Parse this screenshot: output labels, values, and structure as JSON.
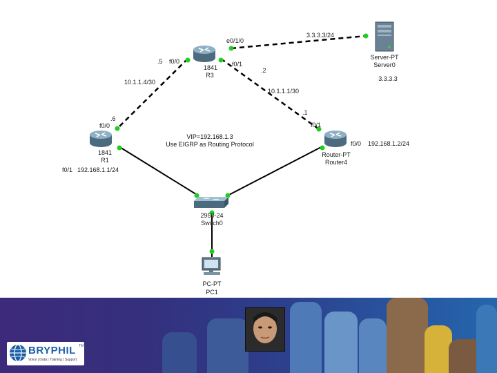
{
  "devices": {
    "r3": {
      "model": "1841",
      "name": "R3"
    },
    "r1": {
      "model": "1841",
      "name": "R1"
    },
    "router4": {
      "model": "Router-PT",
      "name": "Router4"
    },
    "server0": {
      "model": "Server-PT",
      "name": "Server0",
      "ip": "3.3.3.3"
    },
    "switch0": {
      "model": "2950-24",
      "name": "Switch0"
    },
    "pc1": {
      "model": "PC-PT",
      "name": "PC1"
    }
  },
  "interfaces": {
    "r3_e0_1_0": "e0/1/0",
    "r3_f0_0": "f0/0",
    "r3_f0_1": "f0/1",
    "r3_host_5": ".5",
    "r3_host_2": ".2",
    "r1_f0_0": "f0/0",
    "r1_f0_1": "f0/1",
    "r1_host_6": ".6",
    "r4_f0_1": "f0/1",
    "r4_f0_0": "f0/0",
    "r4_host_1": ".1"
  },
  "networks": {
    "r3_server": "3.3.3.3/24",
    "r3_r1": "10.1.1.4/30",
    "r3_r4": "10.1.1.1/30",
    "r1_lan": "192.168.1.1/24",
    "r4_lan": "192.168.1.2/24"
  },
  "notes": {
    "vip": "VIP=192.168.1.3",
    "protocol": "Use EIGRP as Routing Protocol"
  },
  "brand": {
    "name": "BRYPHIL",
    "trademark": "TM",
    "tagline": "Voice | Data | Training | Support"
  },
  "colors": {
    "link": "#000000",
    "port_dot": "#22cc22",
    "router_body": "#6f8fa3",
    "banner_start": "#3d2a7a",
    "banner_end": "#2466ad",
    "brand_blue": "#1a5fa8"
  }
}
